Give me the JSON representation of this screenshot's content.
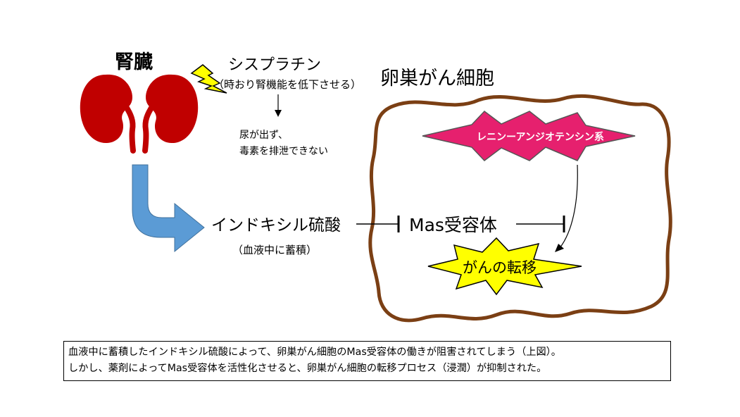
{
  "labels": {
    "kidney": "腎臓",
    "cisplatin": "シスプラチン",
    "cisplatin_note": "（時おり腎機能を低下させる）",
    "urine_line1": "尿が出ず、",
    "urine_line2": "毒素を排泄できない",
    "cell": "卵巣がん細胞",
    "indoxyl": "インドキシル硫酸",
    "indoxyl_note": "（血液中に蓄積）",
    "mas": "Mas受容体",
    "ras": "レニンーアンジオテンシン系",
    "metastasis": "がんの転移"
  },
  "caption": {
    "line1": "血液中に蓄積したインドキシル硫酸によって、卵巣がん細胞のMas受容体の働きが阻害されてしまう（上図）。",
    "line2": "しかし、薬剤によってMas受容体を活性化させると、卵巣がん細胞の転移プロセス（浸潤）が抑制された。"
  },
  "colors": {
    "kidney": "#c00000",
    "ureter": "#c00000",
    "lightning": "#ffff00",
    "blue_arrow": "#5b9bd5",
    "cell_border": "#7b3f14",
    "ras_star": "#e6206e",
    "metastasis_star": "#ffff00"
  }
}
